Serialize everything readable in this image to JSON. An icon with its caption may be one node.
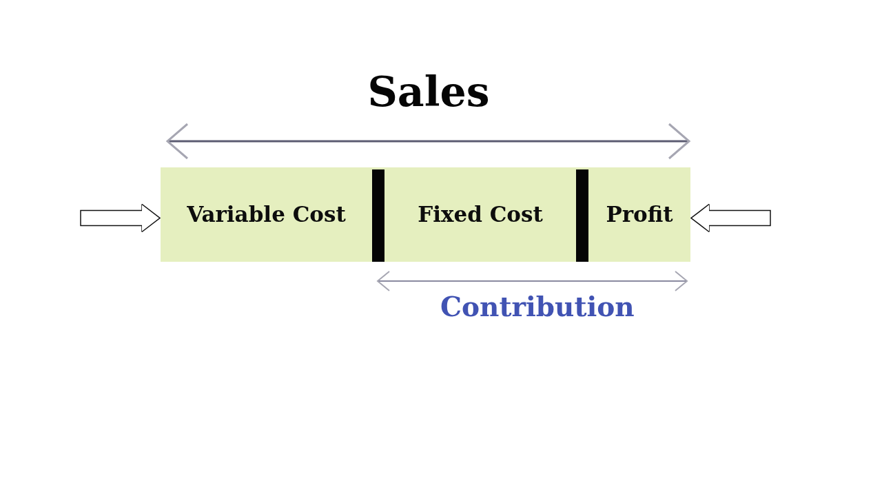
{
  "diagram": {
    "nodes": [
      {
        "text": [
          "Variable Cost"
        ]
      },
      {
        "text": [
          "Fixed Cost"
        ]
      },
      {
        "text": [
          "Profit"
        ]
      }
    ],
    "edges": [
      {
        "from": null,
        "to": 0,
        "arrow": "to"
      },
      {
        "from": null,
        "to": 2,
        "arrow": "to"
      }
    ],
    "labels": [
      "Sales",
      "Contribution"
    ]
  }
}
